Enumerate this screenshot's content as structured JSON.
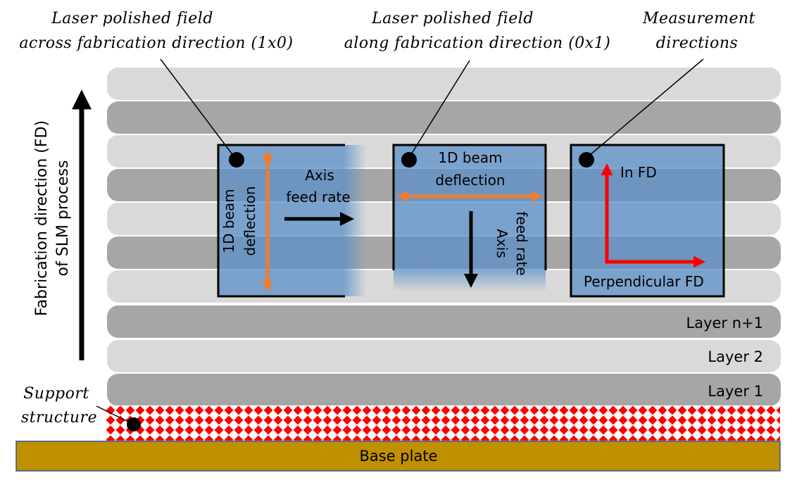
{
  "annotations": {
    "field_1x0_line1": "Laser polished field",
    "field_1x0_line2": "across fabrication direction (1x0)",
    "field_0x1_line1": "Laser polished field",
    "field_0x1_line2": "along fabrication direction (0x1)",
    "measurement_line1": "Measurement",
    "measurement_line2": "directions",
    "support_line1": "Support",
    "support_line2": "structure"
  },
  "fd_axis": {
    "line1": "Fabrication direction (FD)",
    "line2": "of SLM process"
  },
  "field_1x0": {
    "deflection_line1": "1D beam",
    "deflection_line2": "deflection",
    "feed_line1": "Axis",
    "feed_line2": "feed rate"
  },
  "field_0x1": {
    "deflection_line1": "1D beam",
    "deflection_line2": "deflection",
    "feed_line1": "Axis",
    "feed_line2": "feed rate"
  },
  "measurement_field": {
    "in_fd": "In FD",
    "perpendicular": "Perpendicular FD"
  },
  "layers": {
    "layer_n1": "Layer n+1",
    "layer_2": "Layer 2",
    "layer_1": "Layer 1"
  },
  "base_plate": "Base plate",
  "colors": {
    "layer_light": "#d9d9d9",
    "layer_dark": "#a6a6a6",
    "field_blue": "#5b8fc7",
    "deflection_arrow": "#ed7d31",
    "measurement_arrow": "#ff0000",
    "support": "#ff0000",
    "base_plate": "#bf9000"
  }
}
